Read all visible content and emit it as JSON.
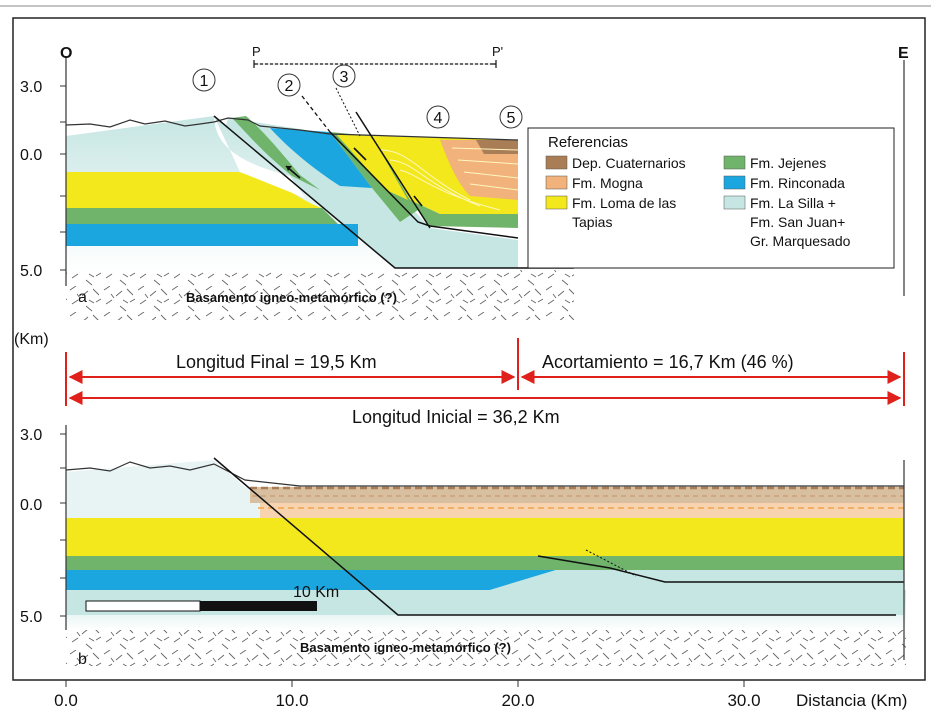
{
  "labels": {
    "west": "O",
    "east": "E",
    "profile_start": "P",
    "profile_end": "P'",
    "km": "(Km)",
    "distance": "Distancia (Km)",
    "panel_a": "a",
    "panel_b": "b",
    "basement_a": "Basamento igneo-metamórfico (?)",
    "basement_b": "Basamento igneo-metamórfico (?)",
    "scale_bar": "10 Km"
  },
  "fault_numbers": [
    "1",
    "2",
    "3",
    "4",
    "5"
  ],
  "y_ticks_a": [
    "3.0",
    "0.0",
    "5.0"
  ],
  "y_ticks_b": [
    "3.0",
    "0.0",
    "5.0"
  ],
  "x_ticks": [
    "0.0",
    "10.0",
    "20.0",
    "30.0"
  ],
  "measurements": {
    "final_length": "Longitud Final =  19,5 Km",
    "shortening": "Acortamiento =  16,7 Km (46 %)",
    "initial_length": "Longitud Inicial =  36,2 Km"
  },
  "legend": {
    "title": "Referencias",
    "items": [
      {
        "label": "Dep. Cuaternarios",
        "color": "#a97d55"
      },
      {
        "label": "Fm. Jejenes",
        "color": "#6fb46a"
      },
      {
        "label": "Fm. Mogna",
        "color": "#f2b27b"
      },
      {
        "label": "Fm. Rinconada",
        "color": "#1ba6e0"
      },
      {
        "label": "Fm. Loma de las Tapias",
        "color": "#f3e81c"
      },
      {
        "label": "Fm. La Silla + Fm. San Juan+ Gr. Marquesado",
        "color": "#c6e6e3"
      }
    ],
    "lines": {
      "cuaternarios": "Dep. Cuaternarios",
      "mogna": "Fm. Mogna",
      "loma1": "Fm. Loma de las",
      "loma2": "Tapias",
      "jejenes": "Fm. Jejenes",
      "rinconada": "Fm. Rinconada",
      "silla1": "Fm. La Silla +",
      "silla2": "Fm. San Juan+",
      "silla3": "Gr. Marquesado"
    }
  },
  "colors": {
    "quaternary": "#a97d55",
    "mogna": "#f2b27b",
    "loma": "#f3e81c",
    "jejenes": "#6fb46a",
    "rinconada": "#1ba6e0",
    "lasilla": "#c6e6e3",
    "arrow": "#e0201b"
  }
}
